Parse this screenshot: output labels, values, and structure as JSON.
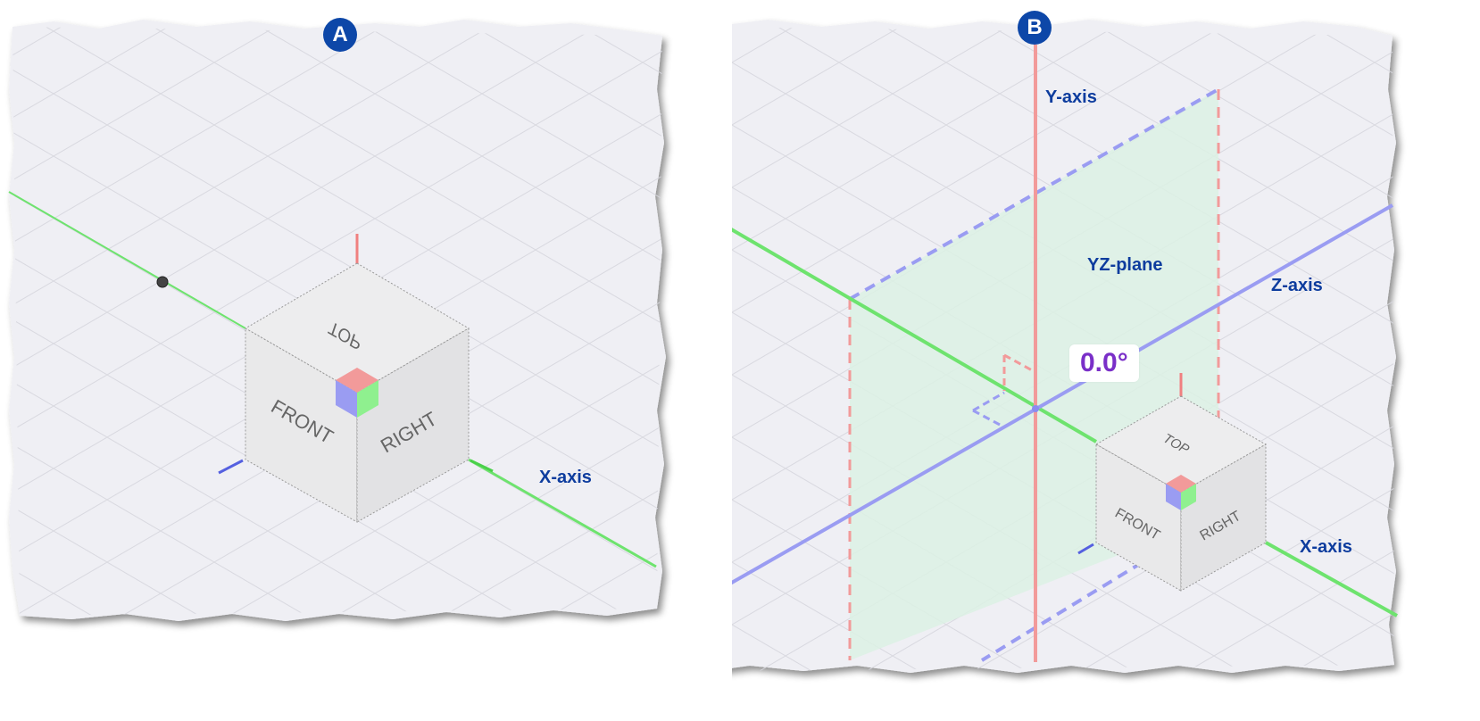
{
  "panel_a": {
    "badge": "A",
    "x_axis_label": "X-axis",
    "cube": {
      "top": "TOP",
      "front": "FRONT",
      "right": "RIGHT"
    }
  },
  "panel_b": {
    "badge": "B",
    "y_axis_label": "Y-axis",
    "z_axis_label": "Z-axis",
    "x_axis_label": "X-axis",
    "plane_label": "YZ-plane",
    "angle_value": "0.0°",
    "cube": {
      "top": "TOP",
      "front": "FRONT",
      "right": "RIGHT"
    }
  },
  "colors": {
    "background": "#efeff4",
    "x_axis": "#6ee36e",
    "y_axis": "#f29a9a",
    "z_axis": "#9a9cf2",
    "plane_fill": "#dff2e6",
    "badge": "#0d47a8",
    "label": "#0d3c9e",
    "angle_text": "#7a2fc8"
  }
}
